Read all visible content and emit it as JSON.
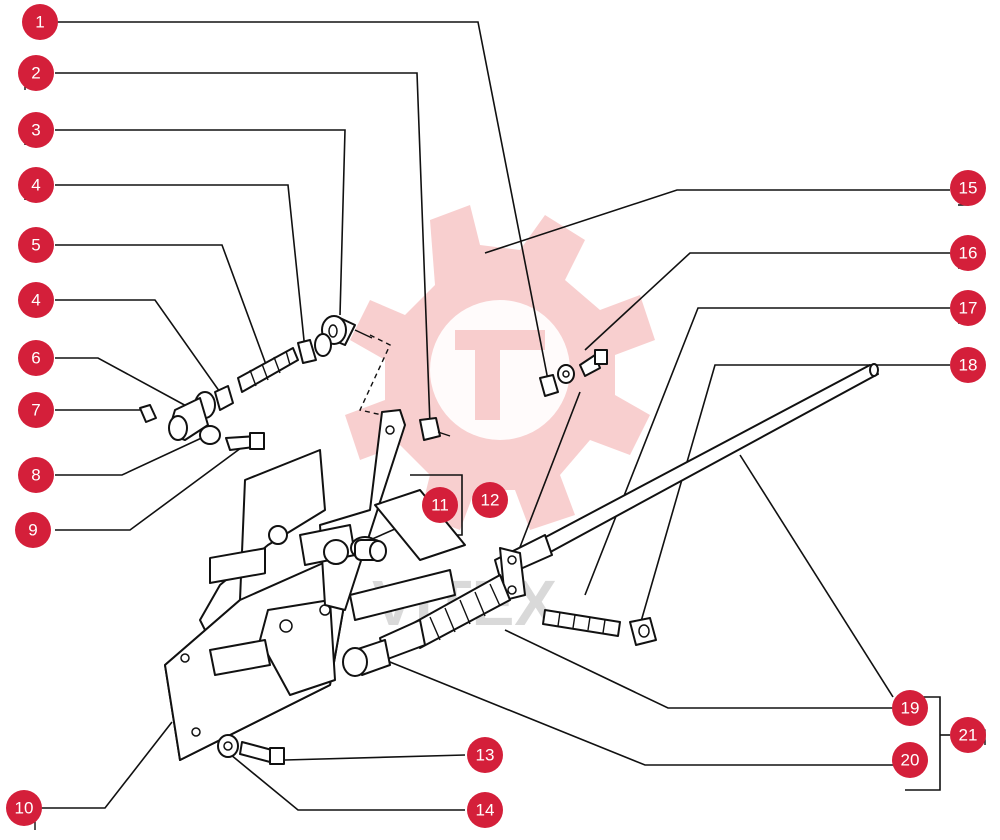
{
  "watermark": {
    "text": "VITEX",
    "color": "#f3a8a8"
  },
  "callouts": [
    {
      "id": "1",
      "label": "1"
    },
    {
      "id": "2",
      "label": "2"
    },
    {
      "id": "3",
      "label": "3"
    },
    {
      "id": "4a",
      "label": "4"
    },
    {
      "id": "5",
      "label": "5"
    },
    {
      "id": "4b",
      "label": "4"
    },
    {
      "id": "6",
      "label": "6"
    },
    {
      "id": "7",
      "label": "7"
    },
    {
      "id": "8",
      "label": "8"
    },
    {
      "id": "9",
      "label": "9"
    },
    {
      "id": "10",
      "label": "10"
    },
    {
      "id": "11",
      "label": "11"
    },
    {
      "id": "12",
      "label": "12"
    },
    {
      "id": "13",
      "label": "13"
    },
    {
      "id": "14",
      "label": "14"
    },
    {
      "id": "15",
      "label": "15"
    },
    {
      "id": "16",
      "label": "16"
    },
    {
      "id": "17",
      "label": "17"
    },
    {
      "id": "18",
      "label": "18"
    },
    {
      "id": "19",
      "label": "19"
    },
    {
      "id": "20",
      "label": "20"
    },
    {
      "id": "21",
      "label": "21"
    }
  ],
  "colors": {
    "bubble": "#d41f3a",
    "line": "#111111"
  }
}
